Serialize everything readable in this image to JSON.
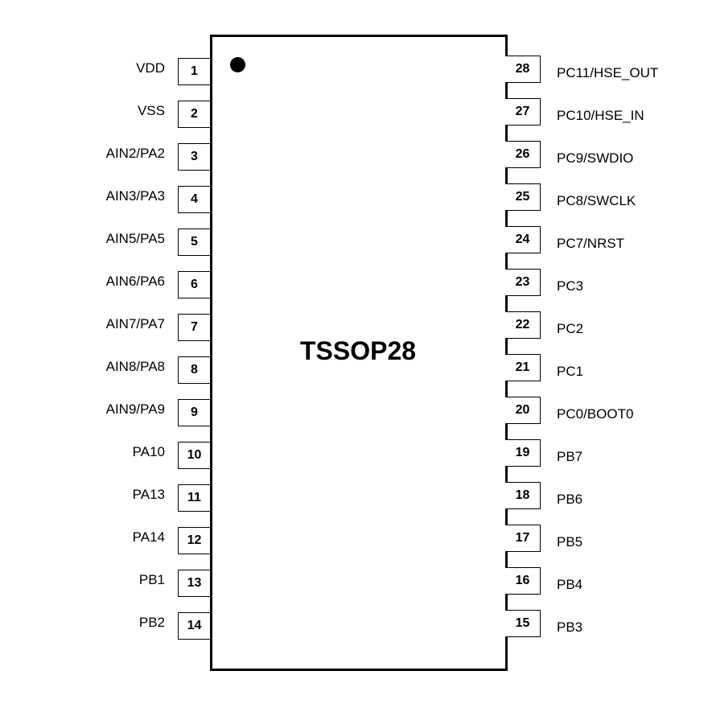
{
  "package": "TSSOP28",
  "left_pins": [
    {
      "num": "1",
      "name": "VDD"
    },
    {
      "num": "2",
      "name": "VSS"
    },
    {
      "num": "3",
      "name": "AIN2/PA2"
    },
    {
      "num": "4",
      "name": "AIN3/PA3"
    },
    {
      "num": "5",
      "name": "AIN5/PA5"
    },
    {
      "num": "6",
      "name": "AIN6/PA6"
    },
    {
      "num": "7",
      "name": "AIN7/PA7"
    },
    {
      "num": "8",
      "name": "AIN8/PA8"
    },
    {
      "num": "9",
      "name": "AIN9/PA9"
    },
    {
      "num": "10",
      "name": "PA10"
    },
    {
      "num": "11",
      "name": "PA13"
    },
    {
      "num": "12",
      "name": "PA14"
    },
    {
      "num": "13",
      "name": "PB1"
    },
    {
      "num": "14",
      "name": "PB2"
    }
  ],
  "right_pins": [
    {
      "num": "28",
      "name": "PC11/HSE_OUT"
    },
    {
      "num": "27",
      "name": "PC10/HSE_IN"
    },
    {
      "num": "26",
      "name": "PC9/SWDIO"
    },
    {
      "num": "25",
      "name": "PC8/SWCLK"
    },
    {
      "num": "24",
      "name": "PC7/NRST"
    },
    {
      "num": "23",
      "name": "PC3"
    },
    {
      "num": "22",
      "name": "PC2"
    },
    {
      "num": "21",
      "name": "PC1"
    },
    {
      "num": "20",
      "name": "PC0/BOOT0"
    },
    {
      "num": "19",
      "name": "PB7"
    },
    {
      "num": "18",
      "name": "PB6"
    },
    {
      "num": "17",
      "name": "PB5"
    },
    {
      "num": "16",
      "name": "PB4"
    },
    {
      "num": "15",
      "name": "PB3"
    }
  ]
}
